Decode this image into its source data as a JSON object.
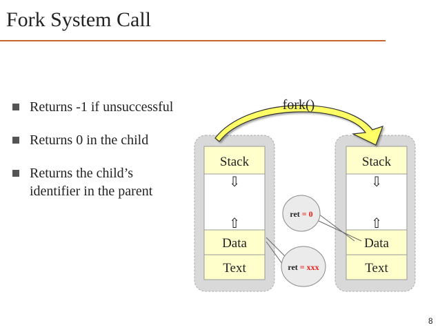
{
  "slide": {
    "title": "Fork System Call",
    "page_number": "8",
    "bullets": [
      {
        "text": "Returns -1 if unsuccessful"
      },
      {
        "text": "Returns 0 in the child"
      },
      {
        "line1": "Returns the child’s",
        "line2": "identifier in the parent"
      }
    ]
  },
  "diagram": {
    "fork_label": "fork()",
    "parent": {
      "stack": "Stack",
      "data": "Data",
      "text": "Text"
    },
    "child": {
      "stack": "Stack",
      "data": "Data",
      "text": "Text"
    },
    "ret_child": {
      "prefix": "ret",
      "value": "= 0"
    },
    "ret_parent": {
      "prefix": "ret",
      "value": "= xxx"
    },
    "down_arrow": "⇩",
    "up_arrow": "⇧",
    "colors": {
      "segment_fill": "#ffffcc",
      "process_box": "#d9d9d9",
      "arrow_fill": "#ffff66",
      "ret_value": "#e8201c",
      "title_rule": "#c8642a"
    }
  }
}
